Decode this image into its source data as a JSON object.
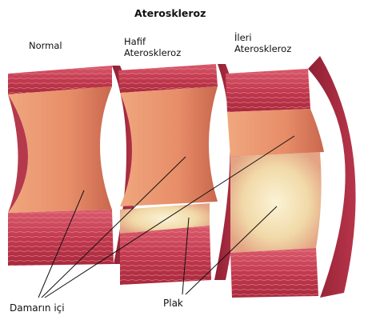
{
  "title": "Ateroskleroz",
  "stages": {
    "normal": "Normal",
    "mild": "Hafif\nAteroskleroz",
    "advanced": "İleri\nAteroskleroz"
  },
  "callouts": {
    "lumen": "Damarın içi",
    "plaque": "Plak"
  }
}
